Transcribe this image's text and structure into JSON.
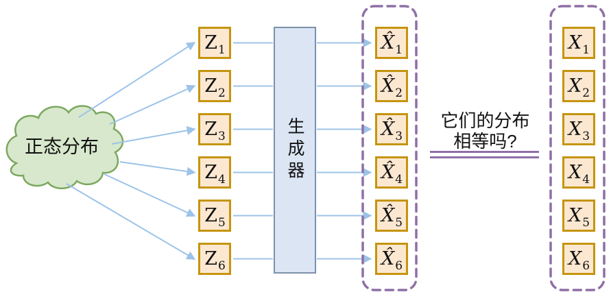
{
  "palette": {
    "node-fill": "#FCE8D1",
    "node-border": "#C5940E",
    "arrow": "#9CC3E8",
    "cloud-fill": "#D7E8CC",
    "cloud-border": "#7CA75F",
    "generator-fill": "#DBE5F4",
    "generator-border": "#7C90A8",
    "purple": "#8E6FA6",
    "text": "#111111"
  },
  "cloud": {
    "label": "正态分布"
  },
  "generator": {
    "label": "生成器"
  },
  "question": {
    "line1": "它们的分布",
    "line2": "相等吗?"
  },
  "nodes": {
    "z": [
      {
        "base": "Z",
        "sub": "1"
      },
      {
        "base": "Z",
        "sub": "2"
      },
      {
        "base": "Z",
        "sub": "3"
      },
      {
        "base": "Z",
        "sub": "4"
      },
      {
        "base": "Z",
        "sub": "5"
      },
      {
        "base": "Z",
        "sub": "6"
      }
    ],
    "x_hat": [
      {
        "base": "X̂",
        "sub": "1"
      },
      {
        "base": "X̂",
        "sub": "2"
      },
      {
        "base": "X̂",
        "sub": "3"
      },
      {
        "base": "X̂",
        "sub": "4"
      },
      {
        "base": "X̂",
        "sub": "5"
      },
      {
        "base": "X̂",
        "sub": "6"
      }
    ],
    "x": [
      {
        "base": "X",
        "sub": "1"
      },
      {
        "base": "X",
        "sub": "2"
      },
      {
        "base": "X",
        "sub": "3"
      },
      {
        "base": "X",
        "sub": "4"
      },
      {
        "base": "X",
        "sub": "5"
      },
      {
        "base": "X",
        "sub": "6"
      }
    ]
  }
}
